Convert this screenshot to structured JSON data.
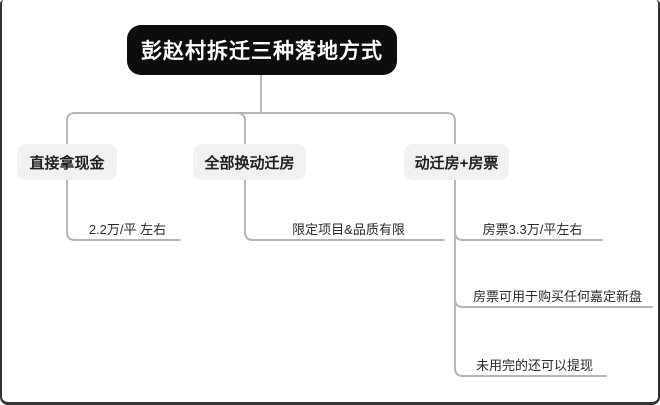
{
  "colors": {
    "frame_border": "#333333",
    "root_bg": "#0d0d0d",
    "root_text": "#ffffff",
    "branch_bg": "#f1f1f2",
    "branch_text": "#1f1f1f",
    "leaf_text": "#2a2a2a",
    "connector": "#b5b5b5"
  },
  "mindmap": {
    "title": "彭赵村拆迁三种落地方式",
    "branches": [
      {
        "label": "直接拿现金",
        "children": [
          {
            "label": "2.2万/平 左右"
          }
        ]
      },
      {
        "label": "全部换动迁房",
        "children": [
          {
            "label": "限定项目&品质有限"
          }
        ]
      },
      {
        "label": "动迁房+房票",
        "children": [
          {
            "label": "房票3.3万/平左右"
          },
          {
            "label": "房票可用于购买任何嘉定新盘"
          },
          {
            "label": "未用完的还可以提现"
          }
        ]
      }
    ]
  }
}
